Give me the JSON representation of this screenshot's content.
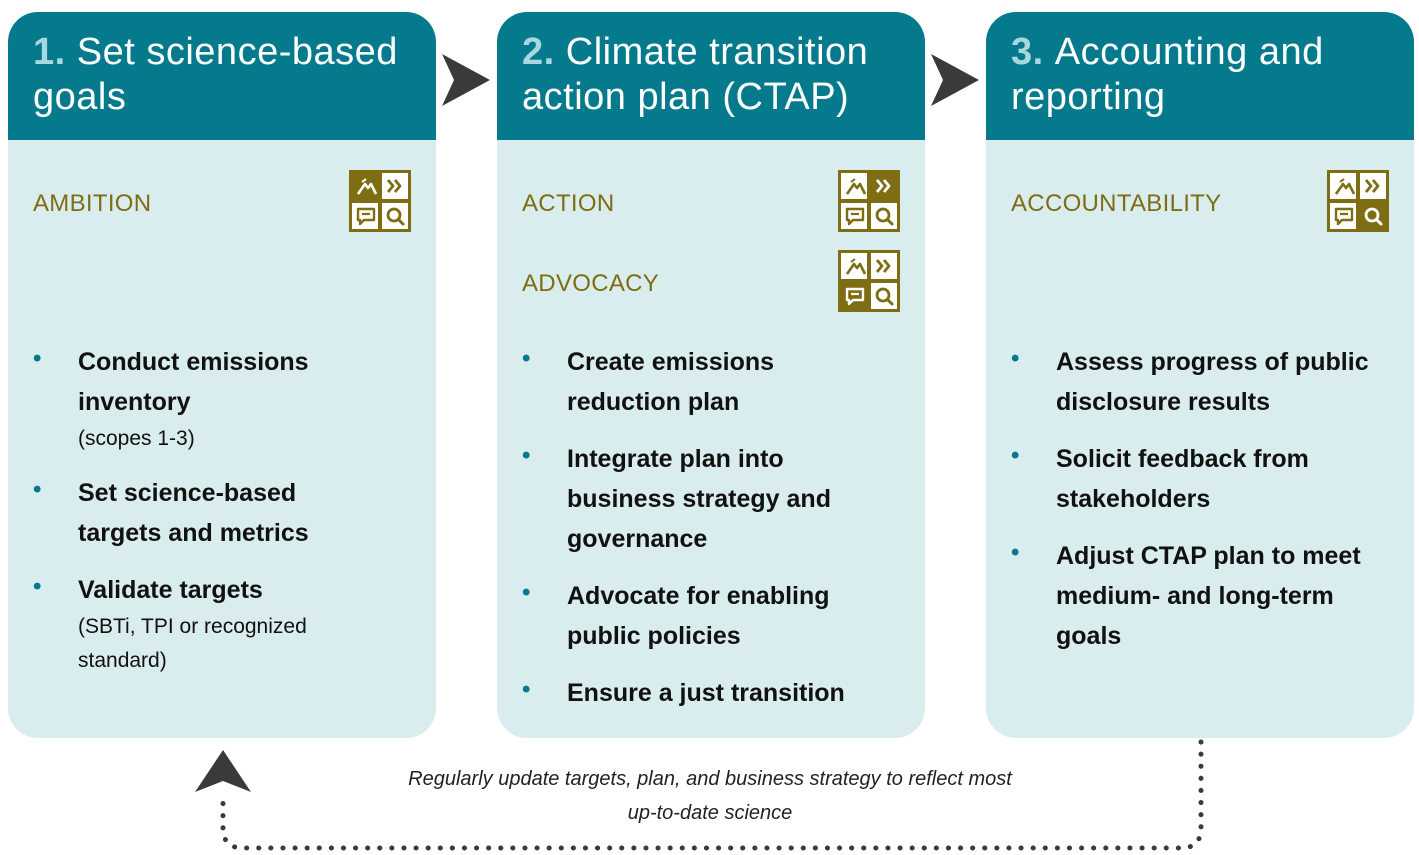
{
  "steps": [
    {
      "number": "1",
      "title": "Set science-based goals",
      "categories": [
        {
          "label": "AMBITION",
          "icon": "ambition-quad-icon",
          "highlight": 0
        }
      ],
      "bullets": [
        {
          "main": "Conduct emissions inventory",
          "sub": "(scopes 1-3)"
        },
        {
          "main": "Set science-based targets and metrics",
          "sub": ""
        },
        {
          "main": "Validate targets",
          "sub": "(SBTi, TPI or recognized standard)"
        }
      ]
    },
    {
      "number": "2",
      "title": "Climate transition action plan (CTAP)",
      "categories": [
        {
          "label": "ACTION",
          "icon": "action-quad-icon",
          "highlight": 1
        },
        {
          "label": "ADVOCACY",
          "icon": "advocacy-quad-icon",
          "highlight": 2
        }
      ],
      "bullets": [
        {
          "main": "Create emissions reduction plan",
          "sub": ""
        },
        {
          "main": "Integrate plan into business strategy and governance",
          "sub": ""
        },
        {
          "main": "Advocate for enabling public policies",
          "sub": ""
        },
        {
          "main": "Ensure a just transition",
          "sub": ""
        }
      ]
    },
    {
      "number": "3",
      "title": "Accounting and reporting",
      "categories": [
        {
          "label": "ACCOUNTABILITY",
          "icon": "accountability-quad-icon",
          "highlight": 3
        }
      ],
      "bullets": [
        {
          "main": "Assess progress of public disclosure results",
          "sub": ""
        },
        {
          "main": "Solicit feedback from stakeholders",
          "sub": ""
        },
        {
          "main": "Adjust CTAP plan to meet medium- and long-term goals",
          "sub": ""
        }
      ]
    }
  ],
  "feedback_caption": "Regularly update targets, plan, and business strategy to reflect most up-to-date science",
  "colors": {
    "header_teal": "#047a8c",
    "card_bg": "#d9ecee",
    "category_olive": "#7e6d12",
    "arrow_gray": "#3a3a3a"
  }
}
